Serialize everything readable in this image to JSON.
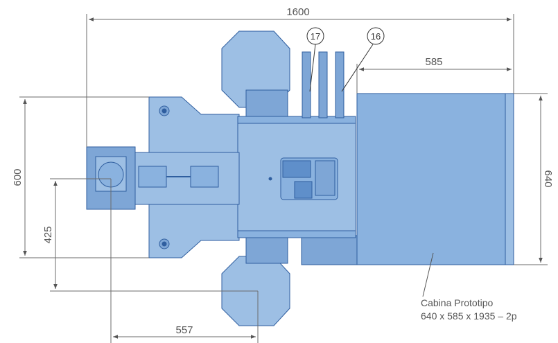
{
  "dimensions": {
    "overall_width": "1600",
    "cabin_width": "585",
    "overall_height": "600",
    "cabin_height": "640",
    "offset_height": "425",
    "offset_width": "557"
  },
  "callouts": [
    {
      "number": "17"
    },
    {
      "number": "16"
    }
  ],
  "caption": {
    "line1": "Cabina Prototipo",
    "line2": "640 x 585 x 1935 – 2p"
  },
  "colors": {
    "machine_fill": "#9dbfe4",
    "machine_dark": "#7ea6d6",
    "outline": "#2f5e9f",
    "dimension_line": "#6b6b6b"
  }
}
